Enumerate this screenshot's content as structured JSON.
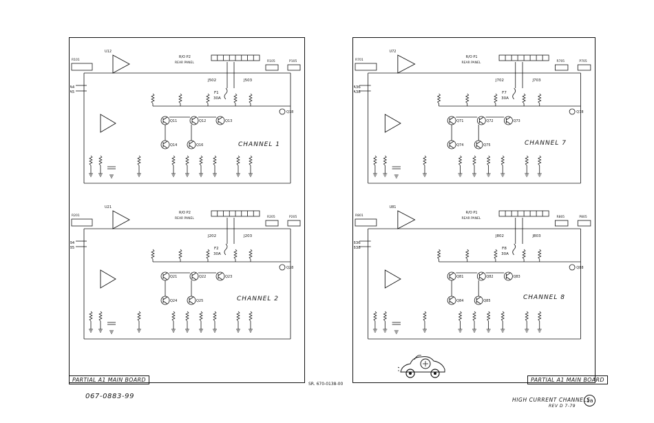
{
  "left_panel_label": "PARTIAL A1 MAIN BOARD",
  "right_panel_label": "PARTIAL A1 MAIN BOARD",
  "center_bottom_ref": "SR. 670-0138-00",
  "drawing_number": "067-0883-99",
  "title_line1": "HIGH CURRENT CHANNELS",
  "title_line2": "REV D 7-79",
  "sheet_id": "1a",
  "channels": [
    {
      "label": "CHANNEL 1",
      "rear": "R/O P2",
      "panel": "REAR PANEL",
      "in1": "A4",
      "in2": "A5",
      "opamp": "U12",
      "fuse": "F1",
      "rating": "30A",
      "ja": "J502",
      "jb": "J503",
      "q1": "Q11",
      "q2": "Q12",
      "q3": "Q13",
      "q4": "Q14",
      "q5": "Q16",
      "out": "P105",
      "ind": "Q18",
      "rl": "R101",
      "rr": "R105"
    },
    {
      "label": "CHANNEL 7",
      "rear": "R/O P1",
      "panel": "REAR PANEL",
      "in1": "A36",
      "in2": "A38",
      "opamp": "U72",
      "fuse": "F7",
      "rating": "30A",
      "ja": "J702",
      "jb": "J703",
      "q1": "Q71",
      "q2": "Q72",
      "q3": "Q73",
      "q4": "Q74",
      "q5": "Q75",
      "out": "P705",
      "ind": "Q78",
      "rl": "R701",
      "rr": "R705"
    },
    {
      "label": "CHANNEL 2",
      "rear": "R/O P2",
      "panel": "REAR PANEL",
      "in1": "B4",
      "in2": "B5",
      "opamp": "U21",
      "fuse": "F2",
      "rating": "30A",
      "ja": "J202",
      "jb": "J203",
      "q1": "Q21",
      "q2": "Q22",
      "q3": "Q23",
      "q4": "Q24",
      "q5": "Q25",
      "out": "P205",
      "ind": "Q28",
      "rl": "R201",
      "rr": "R205"
    },
    {
      "label": "CHANNEL 8",
      "rear": "R/O P1",
      "panel": "REAR PANEL",
      "in1": "B36",
      "in2": "B38",
      "opamp": "U81",
      "fuse": "F8",
      "rating": "30A",
      "ja": "J802",
      "jb": "J803",
      "q1": "Q81",
      "q2": "Q82",
      "q3": "Q83",
      "q4": "Q84",
      "q5": "Q85",
      "out": "P805",
      "ind": "Q88",
      "rl": "R801",
      "rr": "R805"
    }
  ]
}
